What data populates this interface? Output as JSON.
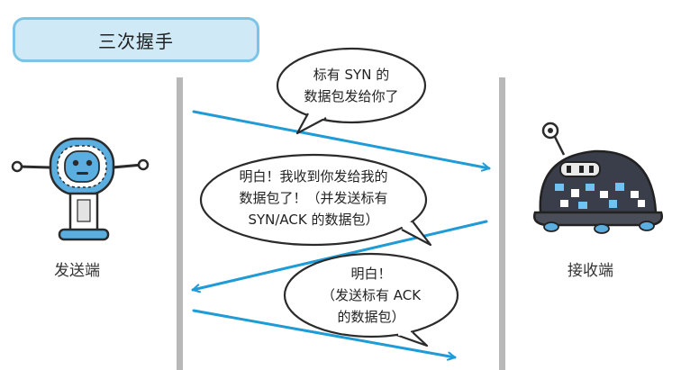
{
  "title": "三次握手",
  "sender": {
    "label": "发送端"
  },
  "receiver": {
    "label": "接收端"
  },
  "messages": [
    {
      "lines": [
        "标有 SYN 的",
        "数据包发给你了"
      ]
    },
    {
      "lines": [
        "明白！我收到你发给我的",
        "数据包了！（并发送标有",
        "SYN/ACK 的数据包）"
      ]
    },
    {
      "lines": [
        "明白！",
        "（发送标有 ACK",
        "的数据包）"
      ]
    }
  ],
  "colors": {
    "arrow": "#1f9bd6",
    "divider": "#b8b8b8",
    "tab_fill": "#cfe9f6",
    "tab_border": "#7cc4e6",
    "robot_blue": "#5aaee0",
    "robot_dark": "#3a3e4a"
  }
}
